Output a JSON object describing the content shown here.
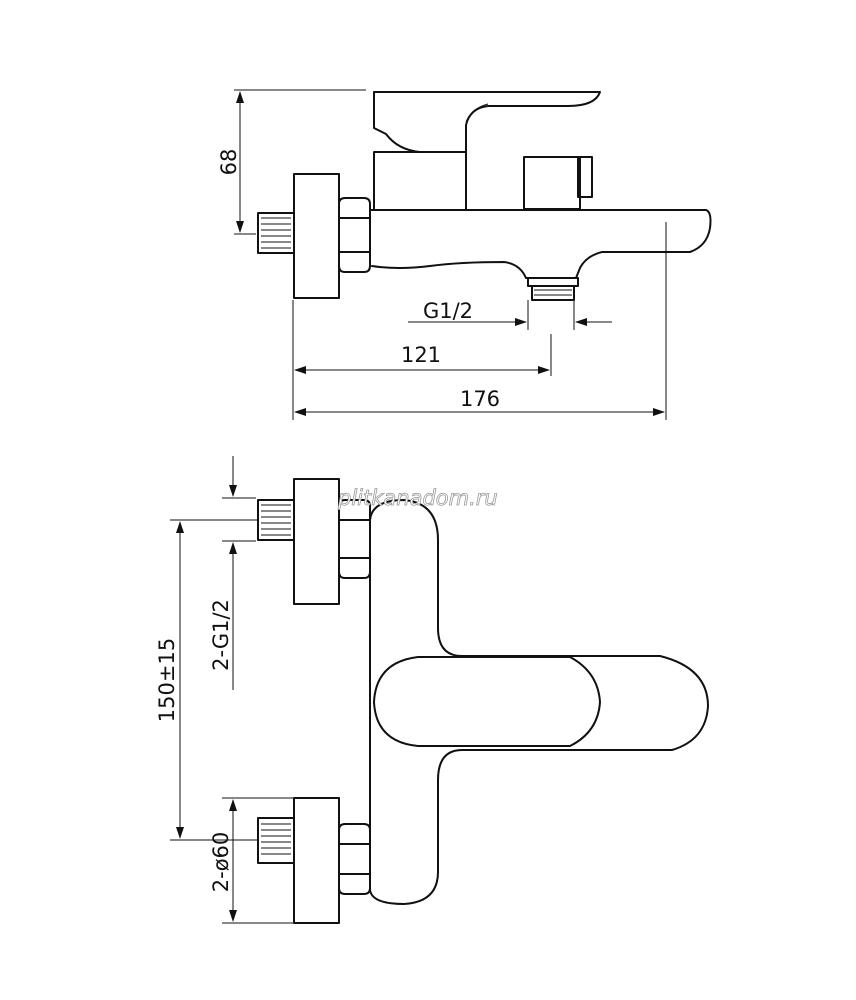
{
  "dimensions": {
    "height_top": "68",
    "outlet_thread": "G1/2",
    "outlet_distance": "121",
    "overall_length": "176",
    "inlet_spacing": "150±15",
    "inlet_thread": "2-G1/2",
    "cover_diameter": "2-ø60"
  },
  "watermark": "plitkanadom.ru",
  "colors": {
    "line": "#111111",
    "background": "#ffffff"
  }
}
